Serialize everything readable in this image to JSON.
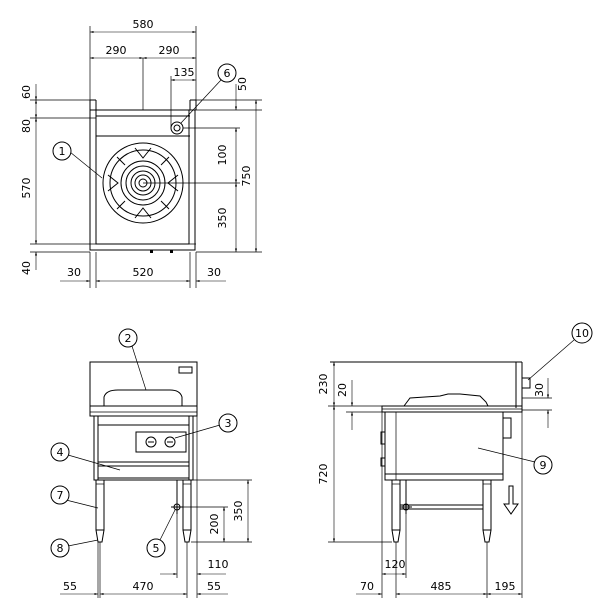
{
  "top_view": {
    "dims": {
      "total_width": "580",
      "half_left": "290",
      "half_right": "290",
      "knob_offset": "135",
      "back_rise": "60",
      "knob_depth_top": "50",
      "back_band": "80",
      "knob_to_burner": "100",
      "body_depth": "570",
      "total_depth": "750",
      "burner_to_front": "350",
      "front_lip": "40",
      "side_left": "30",
      "inner_width": "520",
      "side_right": "30"
    },
    "callouts": {
      "burner": "1",
      "knob": "6"
    }
  },
  "front_view": {
    "dims": {
      "height_350": "350",
      "height_200": "200",
      "offset_110": "110",
      "leg_left": "55",
      "leg_span": "470",
      "leg_right": "55"
    },
    "callouts": {
      "top_plate": "2",
      "knobs": "3",
      "shelf": "4",
      "valve": "5",
      "leg": "7",
      "foot": "8"
    }
  },
  "side_view": {
    "dims": {
      "height_230": "230",
      "height_20": "20",
      "height_30": "30",
      "height_720": "720",
      "depth_120": "120",
      "depth_70": "70",
      "depth_485": "485",
      "depth_195": "195"
    },
    "callouts": {
      "body": "9",
      "pipe": "10"
    }
  }
}
